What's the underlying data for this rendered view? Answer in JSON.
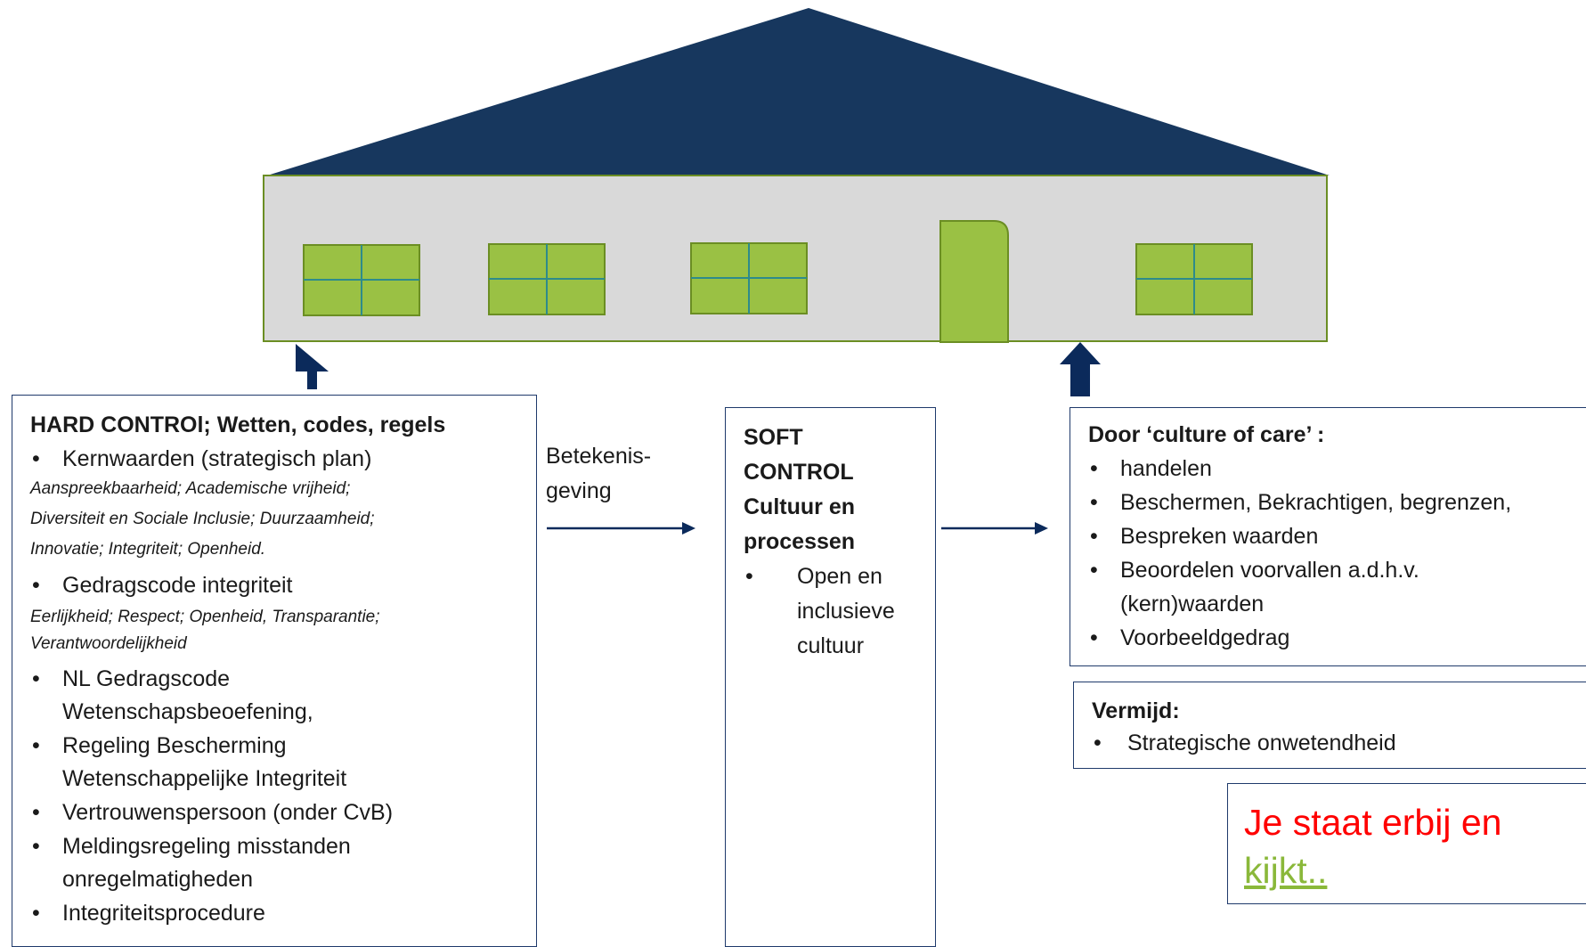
{
  "colors": {
    "roof": "#17375e",
    "wall": "#d9d9d9",
    "frame": "#6b8e23",
    "window": "#9ac144",
    "arrow": "#0b2a5b"
  },
  "hard": {
    "title": "HARD CONTROl; Wetten, codes, regels",
    "kernwaarden": "Kernwaarden (strategisch plan)",
    "kern_values_1": "Aanspreekbaarheid; Academische vrijheid;",
    "kern_values_2": "Diversiteit en Sociale Inclusie; Duurzaamheid;",
    "kern_values_3": "Innovatie; Integriteit; Openheid.",
    "gedragscode": "Gedragscode integriteit",
    "gedrag_values_1": "Eerlijkheid; Respect; Openheid, Transparantie;",
    "gedrag_values_2": "Verantwoordelijkheid",
    "items": [
      "NL Gedragscode Wetenschapsbeoefening,",
      "Regeling Bescherming Wetenschappelijke Integriteit",
      "Vertrouwenspersoon (onder CvB)",
      "Meldingsregeling misstanden onregelmatigheden",
      "Integriteitsprocedure"
    ]
  },
  "betekenis": {
    "line1": "Betekenis-",
    "line2": "geving"
  },
  "soft": {
    "title_1": "SOFT",
    "title_2": "CONTROL",
    "title_3": "Cultuur en",
    "title_4": "processen",
    "item": "Open en inclusieve cultuur"
  },
  "care": {
    "title": "Door ‘culture of care’ :",
    "items": [
      "handelen",
      "Beschermen, Bekrachtigen, begrenzen,",
      "Bespreken waarden",
      "Beoordelen voorvallen a.d.h.v. (kern)waarden",
      " Voorbeeldgedrag"
    ]
  },
  "vermijd": {
    "title": "Vermijd:",
    "item": "Strategische onwetendheid"
  },
  "quote": {
    "text": "Je staat erbij en",
    "link": "kijkt.."
  }
}
